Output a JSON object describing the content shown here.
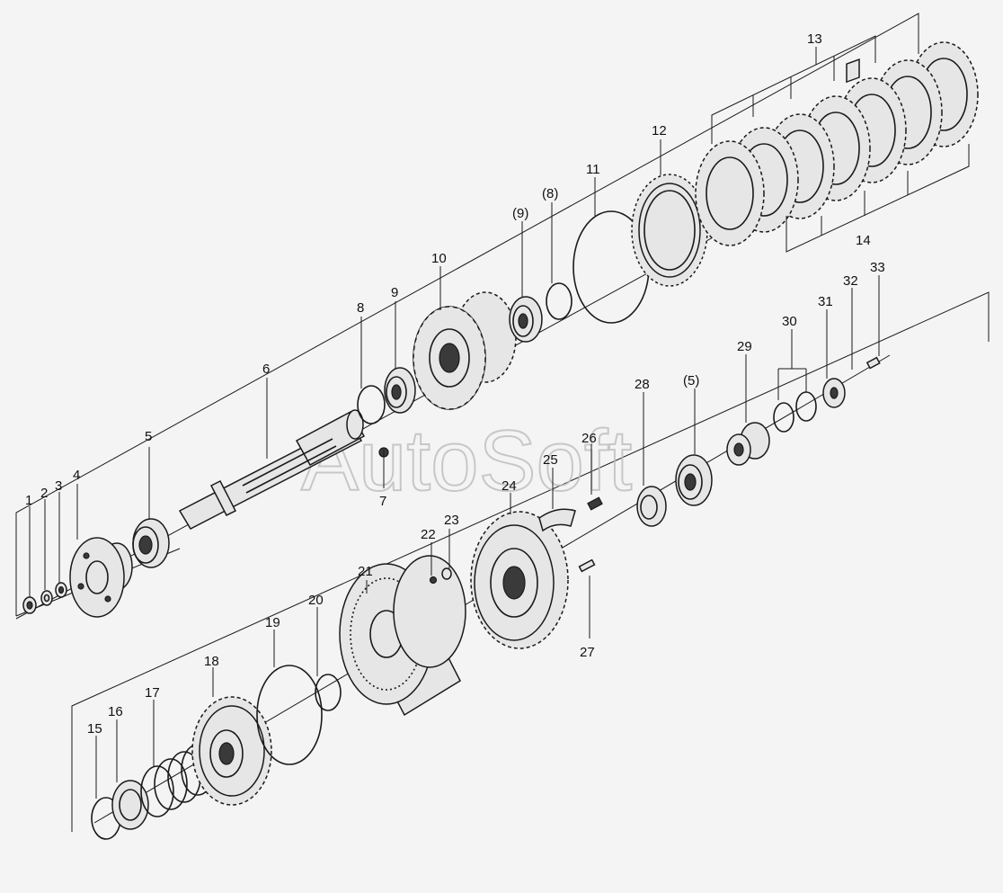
{
  "watermark": "AutoSoft",
  "callouts": {
    "c1": "1",
    "c2": "2",
    "c3": "3",
    "c4": "4",
    "c5": "5",
    "c6": "6",
    "c7": "7",
    "c8": "8",
    "c9": "9",
    "c10": "10",
    "c11": "11",
    "c12": "12",
    "c13": "13",
    "c14": "14",
    "c15": "15",
    "c16": "16",
    "c17": "17",
    "c18": "18",
    "c19": "19",
    "c20": "20",
    "c21": "21",
    "c22": "22",
    "c23": "23",
    "c24": "24",
    "c25": "25",
    "c26": "26",
    "c27": "27",
    "c28": "28",
    "c29": "29",
    "c30": "30",
    "c31": "31",
    "c32": "32",
    "c33": "33",
    "c5p": "(5)",
    "c8p": "(8)",
    "c9p": "(9)"
  }
}
